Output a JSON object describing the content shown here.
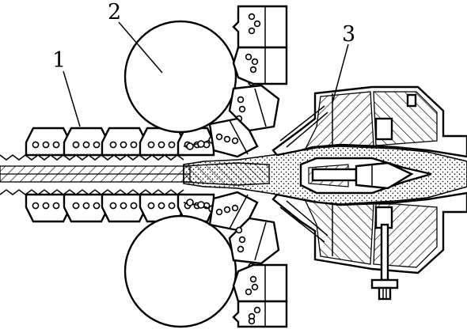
{
  "diagram": {
    "callouts": [
      {
        "label": "1"
      },
      {
        "label": "2"
      },
      {
        "label": "3"
      }
    ],
    "colors": {
      "ink": "#000000",
      "paper": "#ffffff"
    }
  }
}
